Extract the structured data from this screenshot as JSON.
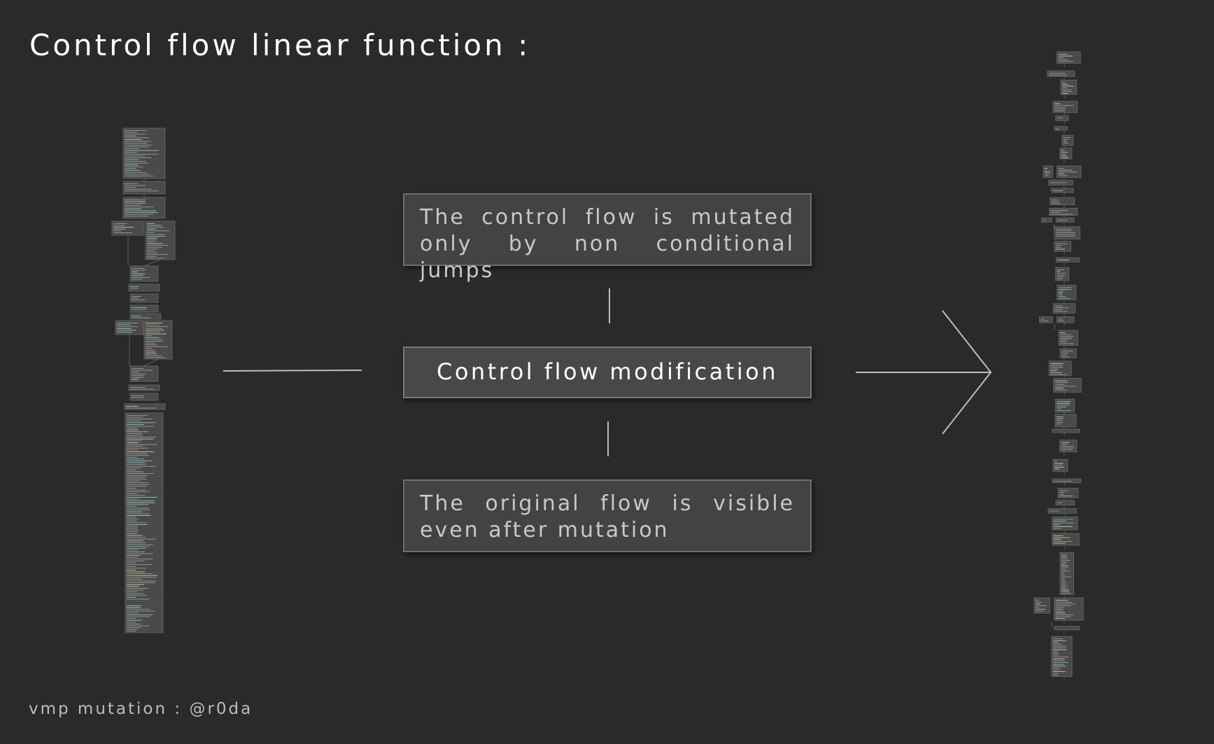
{
  "slide": {
    "title": "Control flow linear function :",
    "footer": "vmp mutation : @r0da"
  },
  "diagram": {
    "top_box_text": "The control flow is mutated only by non conditional jumps",
    "center_box_text": "Control flow modification",
    "bottom_box_text": "The original flow is visible even after mutation"
  },
  "colors": {
    "background": "#2a2a2a",
    "box_fill": "#434343",
    "box_border": "#6e6e6e",
    "line": "#bdbdbd"
  }
}
